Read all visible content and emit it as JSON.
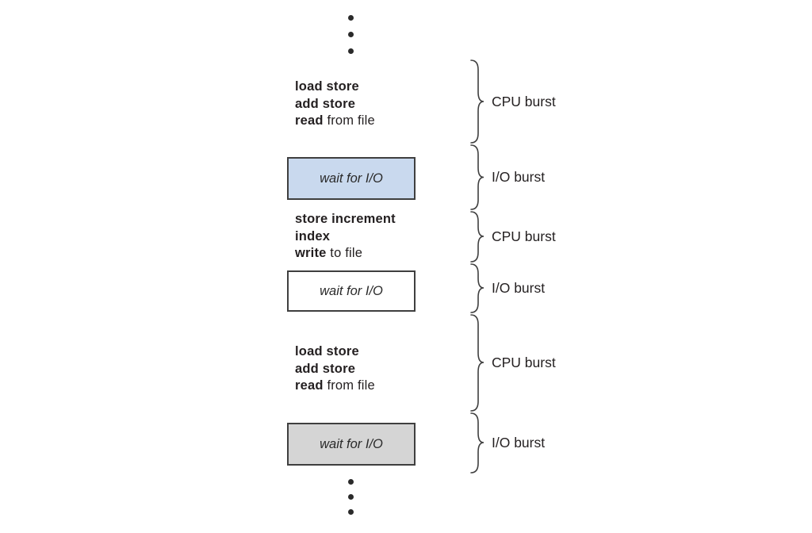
{
  "diagram_title_semantic": "alternating-cpu-and-io-bursts",
  "colors": {
    "background": "#ffffff",
    "text": "#231f20",
    "box_border": "#3f3f3f",
    "brace_stroke": "#3f3f3f",
    "wait_box_blue": "#c9d9ee",
    "wait_box_white": "#ffffff",
    "wait_box_gray": "#d5d5d5"
  },
  "code_blocks": [
    {
      "lines": [
        {
          "b": "load store",
          "r": ""
        },
        {
          "b": "add store",
          "r": ""
        },
        {
          "b": "read",
          "r": " from file"
        }
      ]
    },
    {
      "lines": [
        {
          "b": "store increment",
          "r": ""
        },
        {
          "b": "index",
          "r": ""
        },
        {
          "b": "write",
          "r": " to file"
        }
      ]
    },
    {
      "lines": [
        {
          "b": "load store",
          "r": ""
        },
        {
          "b": "add store",
          "r": ""
        },
        {
          "b": "read",
          "r": " from file"
        }
      ]
    }
  ],
  "wait_boxes": [
    {
      "label": "wait for I/O",
      "fill": "#c9d9ee"
    },
    {
      "label": "wait for I/O",
      "fill": "#ffffff"
    },
    {
      "label": "wait for I/O",
      "fill": "#d5d5d5"
    }
  ],
  "burst_labels": [
    "CPU burst",
    "I/O burst",
    "CPU burst",
    "I/O burst",
    "CPU burst",
    "I/O burst"
  ]
}
